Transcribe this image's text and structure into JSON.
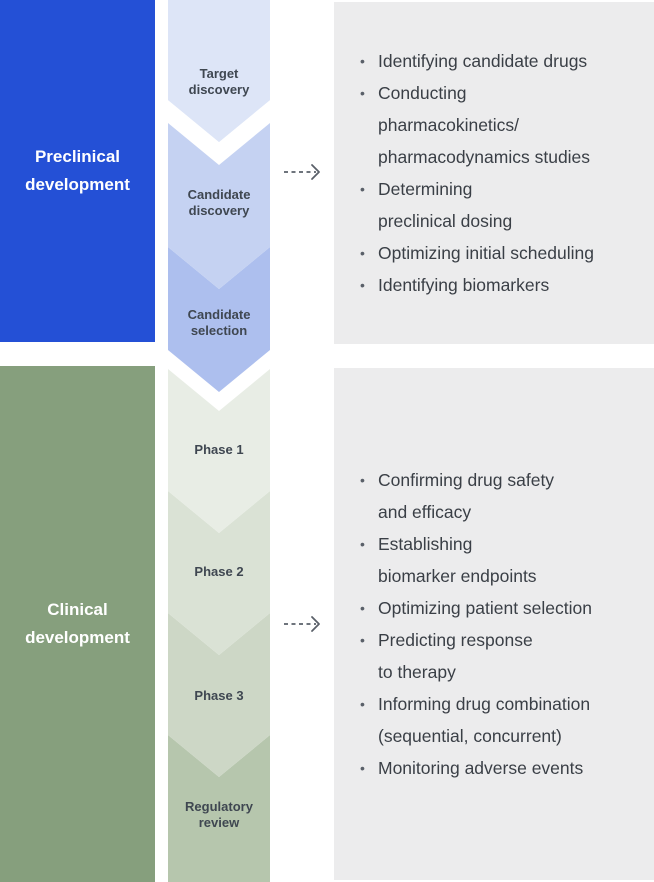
{
  "stages": [
    {
      "id": "preclinical",
      "title_lines": [
        "Preclinical",
        "development"
      ],
      "color": "#2450d6",
      "steps": [
        {
          "label_lines": [
            "Target",
            "discovery"
          ],
          "color": "#dde5f7"
        },
        {
          "label_lines": [
            "Candidate",
            "discovery"
          ],
          "color": "#c5d2f2"
        },
        {
          "label_lines": [
            "Candidate",
            "selection"
          ],
          "color": "#adbfee"
        }
      ],
      "activities": [
        {
          "lines": [
            "Identifying candidate drugs"
          ]
        },
        {
          "lines": [
            "Conducting",
            "pharmacokinetics/",
            "pharmacodynamics studies"
          ]
        },
        {
          "lines": [
            "Determining",
            "preclinical dosing"
          ]
        },
        {
          "lines": [
            "Optimizing initial scheduling"
          ]
        },
        {
          "lines": [
            "Identifying biomarkers"
          ]
        }
      ]
    },
    {
      "id": "clinical",
      "title_lines": [
        "Clinical",
        "development"
      ],
      "color": "#869f7d",
      "steps": [
        {
          "label_lines": [
            "Phase 1"
          ],
          "color": "#e8ede5"
        },
        {
          "label_lines": [
            "Phase 2"
          ],
          "color": "#dae2d5"
        },
        {
          "label_lines": [
            "Phase 3"
          ],
          "color": "#cdd7c6"
        },
        {
          "label_lines": [
            "Regulatory",
            "review"
          ],
          "color": "#b6c6ad"
        }
      ],
      "activities": [
        {
          "lines": [
            "Confirming drug safety",
            "and efficacy"
          ]
        },
        {
          "lines": [
            "Establishing",
            "biomarker endpoints"
          ]
        },
        {
          "lines": [
            "Optimizing patient selection"
          ]
        },
        {
          "lines": [
            "Predicting response",
            "to therapy"
          ]
        },
        {
          "lines": [
            "Informing drug combination",
            "(sequential, concurrent)"
          ]
        },
        {
          "lines": [
            "Monitoring adverse events"
          ]
        }
      ]
    }
  ],
  "colors": {
    "panel_bg": "#ececed",
    "arrow": "#5a6069",
    "text_dark": "#3a3f46"
  }
}
